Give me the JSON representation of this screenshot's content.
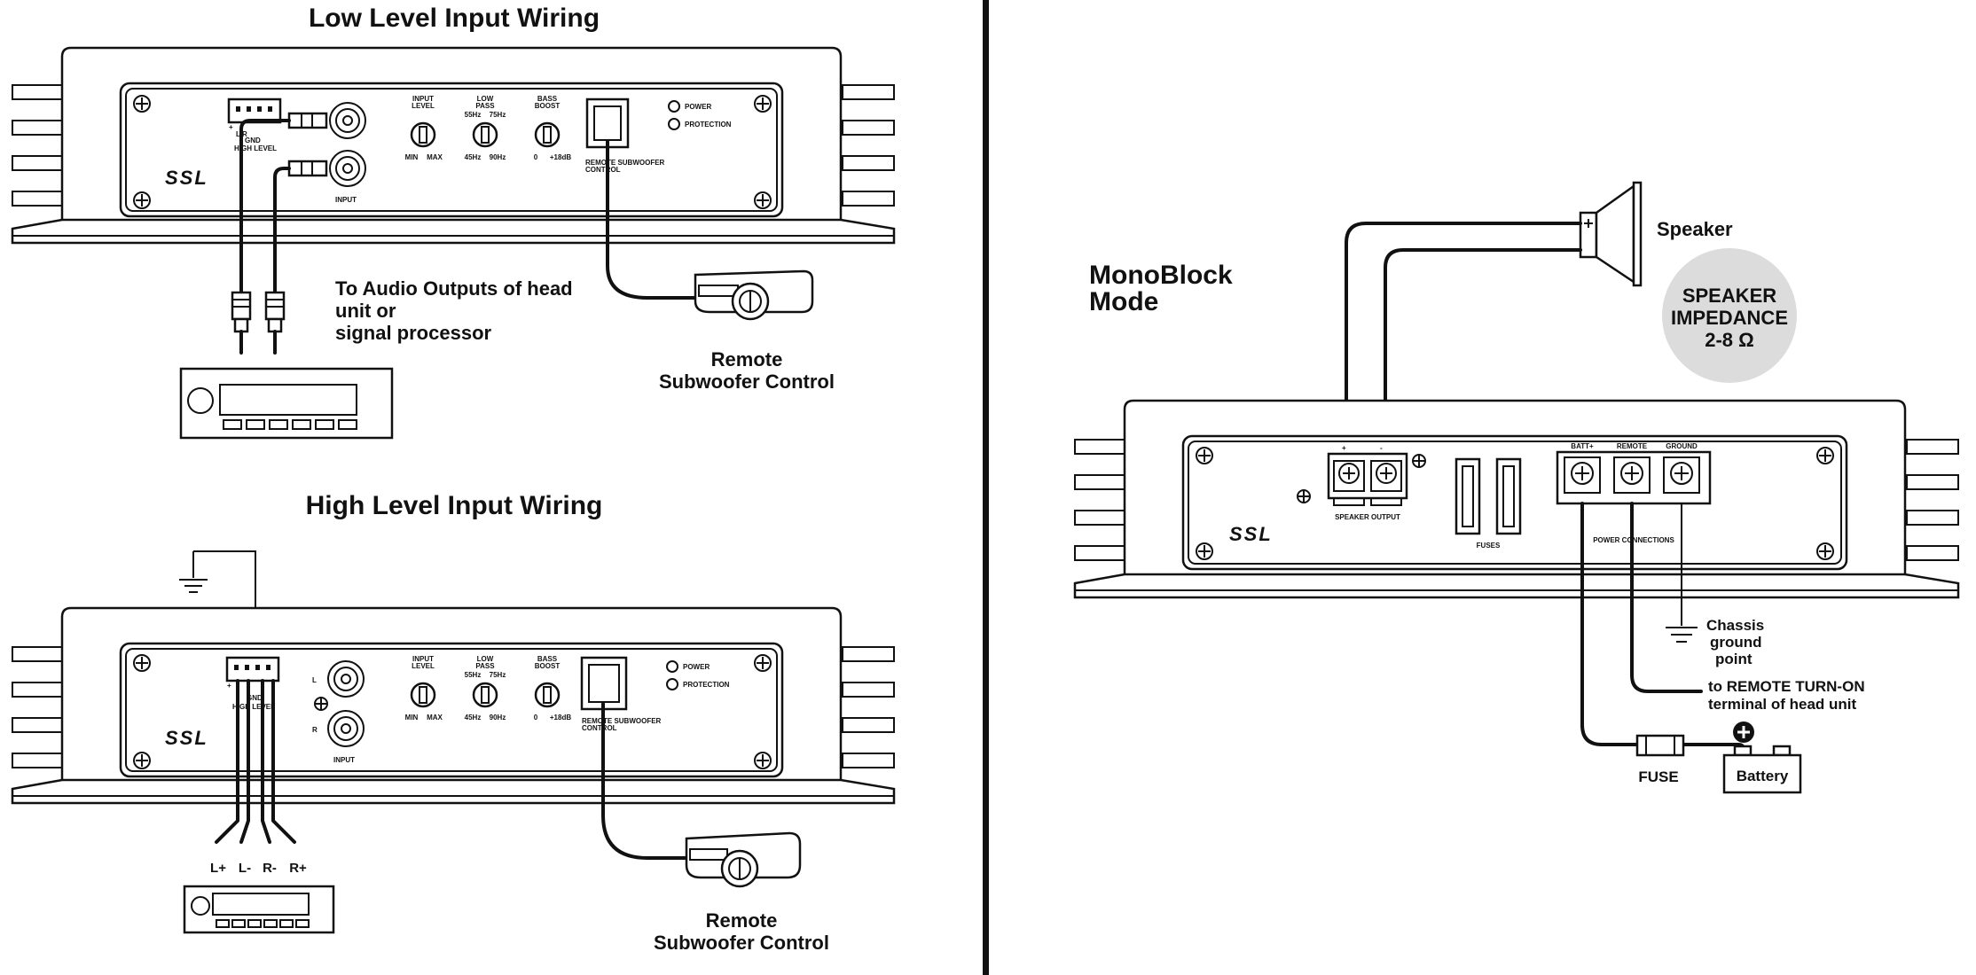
{
  "titles": {
    "low_level": "Low Level Input Wiring",
    "high_level": "High Level Input Wiring",
    "monoblock_line1": "MonoBlock",
    "monoblock_line2": "Mode"
  },
  "labels": {
    "audio_outputs_line1": "To Audio Outputs of head",
    "audio_outputs_line2": "unit or",
    "audio_outputs_line3": "signal processor",
    "remote_line1": "Remote",
    "remote_line2": "Subwoofer Control",
    "speaker": "Speaker",
    "impedance_line1": "SPEAKER",
    "impedance_line2": "IMPEDANCE",
    "impedance_line3": "2-8 Ω",
    "chassis_line1": "Chassis",
    "chassis_line2": "ground",
    "chassis_line3": "point",
    "turnon_line1": "to REMOTE TURN-ON",
    "turnon_line2": "terminal of head unit",
    "fuse": "FUSE",
    "battery": "Battery",
    "wire_lp": "L+",
    "wire_lm": "L-",
    "wire_rm": "R-",
    "wire_rp": "R+"
  },
  "panel": {
    "logo": "SSL",
    "gnd": "GND",
    "high_level": "HIGH LEVEL",
    "lr": "L    R",
    "input": "INPUT",
    "input_level_1": "INPUT",
    "input_level_2": "LEVEL",
    "min": "MIN",
    "max": "MAX",
    "low_pass_1": "LOW",
    "low_pass_2": "PASS",
    "hz55": "55Hz",
    "hz75": "75Hz",
    "hz45": "45Hz",
    "hz90": "90Hz",
    "bass_boost_1": "BASS",
    "bass_boost_2": "BOOST",
    "zero": "0",
    "plus18": "+18dB",
    "remote_sub_1": "REMOTE SUBWOOFER",
    "remote_sub_2": "CONTROL",
    "power": "POWER",
    "protection": "PROTECTION",
    "jack_l": "L",
    "jack_r": "R",
    "plus": "+",
    "minus": "-"
  },
  "mono_panel": {
    "speaker_output": "SPEAKER OUTPUT",
    "fuses": "FUSES",
    "batt": "BATT+",
    "remote": "REMOTE",
    "ground": "GROUND",
    "power_connections": "POWER CONNECTIONS"
  },
  "colors": {
    "ink": "#111111",
    "impedance_bubble": "#dcdcdc",
    "background": "#ffffff"
  }
}
